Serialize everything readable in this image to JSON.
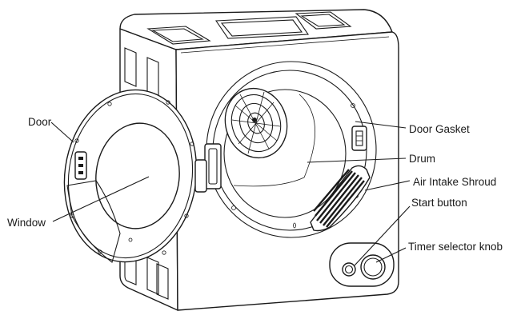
{
  "labels": {
    "door": "Door",
    "window": "Window",
    "door_gasket": "Door Gasket",
    "drum": "Drum",
    "air_intake_shroud": "Air Intake Shroud",
    "start_button": "Start button",
    "timer_selector_knob": "Timer selector knob"
  }
}
